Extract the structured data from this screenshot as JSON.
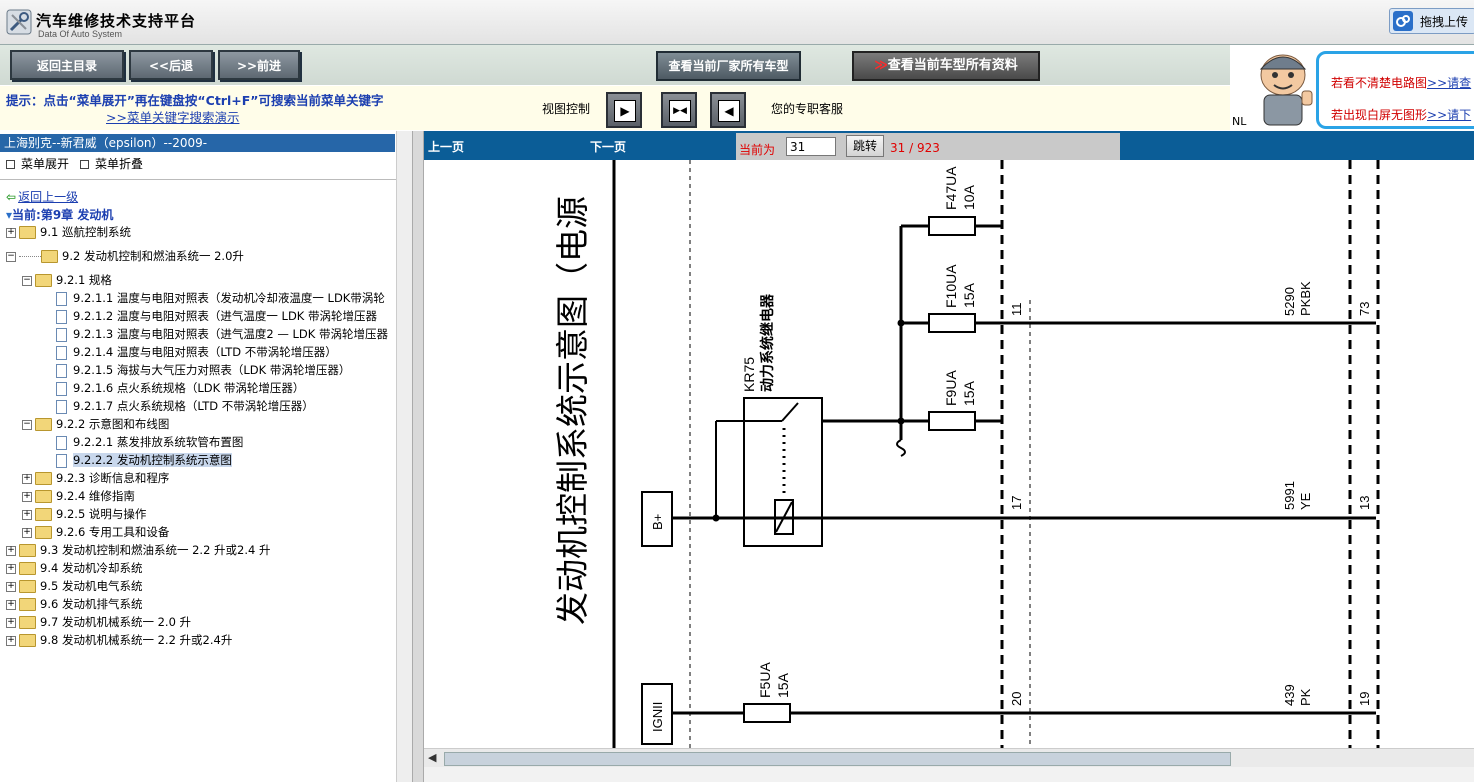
{
  "header": {
    "title": "汽车维修技术支持平台",
    "subtitle": "Data Of Auto System",
    "drag_search": "拖拽上传"
  },
  "toolbar": {
    "home": "返回主目录",
    "back": "<<后退",
    "forward": ">>前进",
    "all_models": "查看当前厂家所有车型",
    "all_docs_arrows": "≫",
    "all_docs": "查看当前车型所有资料"
  },
  "hint": {
    "text": "提示：点击“菜单展开”再在键盘按“Ctrl+F”可搜索当前菜单关键字",
    "link": ">>菜单关键字搜索演示",
    "view_control": "视图控制",
    "customer_service": "您的专职客服"
  },
  "ad": {
    "nl": "NL",
    "line1_text": "若看不清楚电路图",
    "line1_link": ">>请查",
    "line2_text": "若出现白屏无图形",
    "line2_link": ">>请下"
  },
  "left": {
    "model": "上海别克--新君威（epsilon）--2009-",
    "expand": "菜单展开",
    "collapse": "菜单折叠",
    "back_up": "返回上一级",
    "current": "当前:第9章  发动机",
    "tree": [
      {
        "label": "9.1 巡航控制系统"
      },
      {
        "label": "9.2 发动机控制和燃油系统一  2.0升"
      },
      {
        "label": "9.2.1 规格"
      },
      {
        "label": "9.2.1.1 温度与电阻对照表（发动机冷却液温度一  LDK带涡轮"
      },
      {
        "label": "9.2.1.2 温度与电阻对照表（进气温度一  LDK 带涡轮增压器"
      },
      {
        "label": "9.2.1.3 温度与电阻对照表（进气温度2 — LDK 带涡轮增压器"
      },
      {
        "label": "9.2.1.4 温度与电阻对照表（LTD 不带涡轮增压器）"
      },
      {
        "label": "9.2.1.5 海拔与大气压力对照表（LDK 带涡轮增压器）"
      },
      {
        "label": "9.2.1.6 点火系统规格（LDK 带涡轮增压器）"
      },
      {
        "label": "9.2.1.7 点火系统规格（LTD 不带涡轮增压器）"
      },
      {
        "label": "9.2.2 示意图和布线图"
      },
      {
        "label": "9.2.2.1 蒸发排放系统软管布置图"
      },
      {
        "label": "9.2.2.2 发动机控制系统示意图"
      },
      {
        "label": "9.2.3 诊断信息和程序"
      },
      {
        "label": "9.2.4 维修指南"
      },
      {
        "label": "9.2.5 说明与操作"
      },
      {
        "label": "9.2.6 专用工具和设备"
      },
      {
        "label": "9.3 发动机控制和燃油系统一  2.2 升或2.4 升"
      },
      {
        "label": "9.4 发动机冷却系统"
      },
      {
        "label": "9.5 发动机电气系统"
      },
      {
        "label": "9.6 发动机排气系统"
      },
      {
        "label": "9.7 发动机机械系统一  2.0 升"
      },
      {
        "label": "9.8 发动机机械系统一  2.2 升或2.4升"
      }
    ]
  },
  "viewer": {
    "prev": "上一页",
    "next": "下一页",
    "current_label": "当前为",
    "page_value": "31",
    "jump": "跳转",
    "page_count": "31 / 923"
  },
  "diagram": {
    "title": "发动机控制系统示意图（电源",
    "relay_name": "KR75",
    "relay_desc": "动力系统继电器",
    "fuse1_name": "F47UA",
    "fuse1_amp": "10A",
    "fuse2_name": "F10UA",
    "fuse2_amp": "15A",
    "fuse3_name": "F9UA",
    "fuse3_amp": "15A",
    "fuse4_name": "F5UA",
    "fuse4_amp": "15A",
    "bplus": "B+",
    "ign": "IGNII",
    "pin_11": "11",
    "pin_17": "17",
    "pin_20": "20",
    "pin_73": "73",
    "pin_13": "13",
    "pin_19": "19",
    "wire1_num": "5290",
    "wire1_color": "PKBK",
    "wire2_num": "5991",
    "wire2_color": "YE",
    "wire3_num": "439",
    "wire3_color": "PK"
  }
}
